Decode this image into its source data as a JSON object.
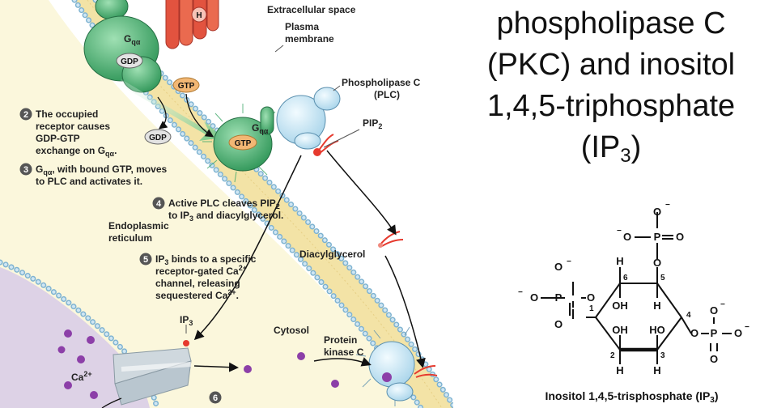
{
  "title": {
    "line1": "phospholipase C",
    "line2": "(PKC) and inositol",
    "line3": "1,4,5-triphosphate",
    "line4_prefix": "(IP",
    "line4_sub": "3",
    "line4_suffix": ")"
  },
  "labels": {
    "extracellular": "Extracellular space",
    "plasma1": "Plasma",
    "plasma2": "membrane",
    "plc1": "Phospholipase C",
    "plc2": "(PLC)",
    "pip": "PIP",
    "pip_sub": "2",
    "er1": "Endoplasmic",
    "er2": "reticulum",
    "dag": "Diacylglycerol",
    "cytosol": "Cytosol",
    "pkc1": "Protein",
    "pkc2": "kinase C",
    "ip3": "IP",
    "ip3_sub": "3",
    "ca": "Ca",
    "ca_sup": "2+",
    "gq": "G",
    "gq_sub": "qα",
    "gdp": "GDP",
    "gtp": "GTP",
    "h": "H"
  },
  "steps": {
    "s2_num": "2",
    "s2_l1": "The occupied",
    "s2_l2": "receptor causes",
    "s2_l3": "GDP-GTP",
    "s2_l4": "exchange on G",
    "s2_l4_sub": "qα",
    "s2_l4_end": ".",
    "s3_num": "3",
    "s3_l1a": "G",
    "s3_l1_sub": "qα",
    "s3_l1b": ", with bound GTP, moves",
    "s3_l2": "to PLC and activates it.",
    "s4_num": "4",
    "s4_l1": "Active PLC cleaves PIP",
    "s4_l1_sub": "2",
    "s4_l2a": "to IP",
    "s4_l2_sub": "3",
    "s4_l2b": " and diacylglycerol.",
    "s5_num": "5",
    "s5_l1a": "IP",
    "s5_l1_sub": "3",
    "s5_l1b": " binds to a specific",
    "s5_l2": "receptor-gated Ca",
    "s5_l2_sup": "2+",
    "s5_l3": "channel, releasing",
    "s5_l4": "sequestered Ca",
    "s5_l4_sup": "2+",
    "s5_l4_end": ".",
    "s6_num": "6"
  },
  "structure": {
    "o_minus": "O",
    "minus": "−",
    "o": "O",
    "p": "P",
    "h": "H",
    "oh": "OH",
    "ho": "HO",
    "c1": "1",
    "c2": "2",
    "c3": "3",
    "c4": "4",
    "c5": "5",
    "c6": "6"
  },
  "caption": {
    "prefix": "Inositol 1,4,5-trisphosphate (IP",
    "sub": "3",
    "suffix": ")"
  },
  "colors": {
    "membrane_yellow": "#f3e3a6",
    "head_blue": "#9ec8de",
    "cytosol": "#fbf7dc",
    "er_lumen": "#ddd2e6",
    "gprotein_green": "#3fa86a",
    "receptor_red": "#e2533f",
    "plc_blue": "#cfe8f4",
    "gtp_orange": "#f2b774",
    "calcium_purple": "#8c3fa8"
  }
}
